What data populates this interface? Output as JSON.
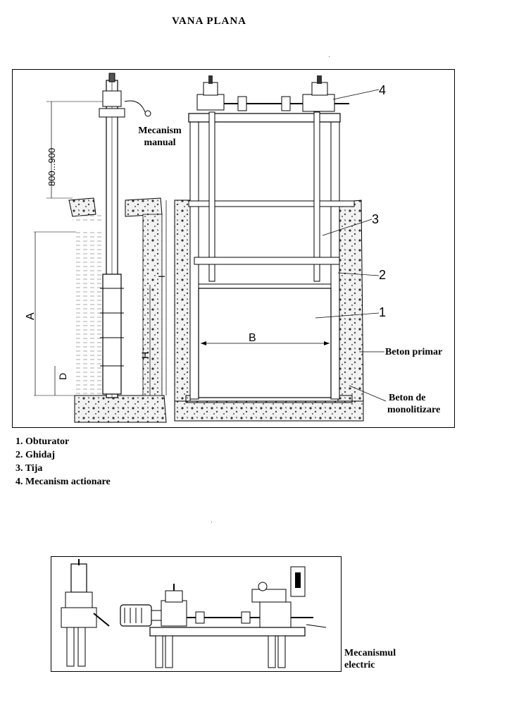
{
  "title": "VANA  PLANA",
  "labels": {
    "mecanism_manual_1": "Mecanism",
    "mecanism_manual_2": "manual",
    "beton_primar": "Beton primar",
    "beton_monolit_1": "Beton  de",
    "beton_monolit_2": "monolitizare",
    "mecanism_electric_1": "Mecanismul",
    "mecanism_electric_2": "electric"
  },
  "dimensions": {
    "height_range": "800...900",
    "A": "A",
    "D": "D",
    "H": "H",
    "I": "I",
    "B": "B"
  },
  "callouts": [
    "1",
    "2",
    "3",
    "4"
  ],
  "legend": [
    "1. Obturator",
    "2. Ghidaj",
    "3. Tija",
    "4. Mecanism  actionare"
  ]
}
